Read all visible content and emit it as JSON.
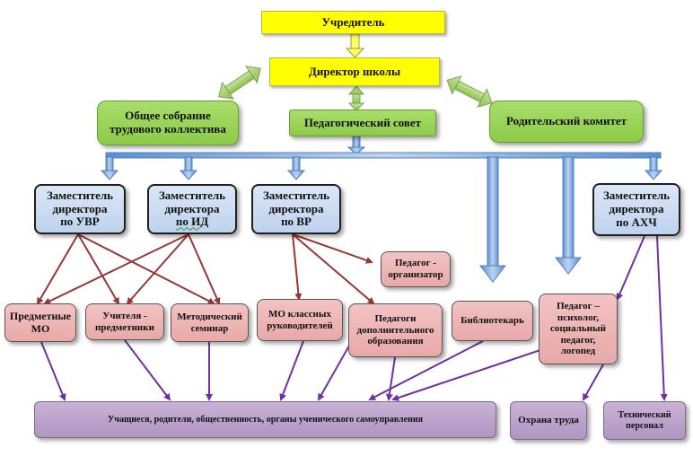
{
  "nodes": {
    "founder": "Учредитель",
    "director": "Директор школы",
    "general_meeting": "Общее собрание трудового коллектива",
    "ped_council": "Педагогический совет",
    "parent_committee": "Родительский комитет",
    "deputy_uvr_line1": "Заместитель",
    "deputy_uvr_line2": "директора",
    "deputy_uvr_line3": "по УВР",
    "deputy_id_line1": "Заместитель",
    "deputy_id_line2": "директора",
    "deputy_id_line3": "по ИД",
    "deputy_vr_line1": "Заместитель",
    "deputy_vr_line2": "директора",
    "deputy_vr_line3": "по ВР",
    "deputy_ahch_line1": "Заместитель",
    "deputy_ahch_line2": "директора",
    "deputy_ahch_line3": "по АХЧ",
    "pedagogue_organizer": "Педагог - организатор",
    "subject_mo": "Предметные МО",
    "subject_teachers": "Учителя - предметники",
    "method_seminar": "Методический семинар",
    "class_leaders_mo": "МО классных руководителей",
    "extra_education": "Педагоги дополнительного образования",
    "librarian": "Библиотекарь",
    "psychologist": "Педагог – психолог, социальный педагог, логопед",
    "participants": "Учащиеся, родители, общественность, органы ученического самоуправления",
    "labor_protection": "Охрана труда",
    "technical_staff": "Технический персонал"
  },
  "colors": {
    "yellow": "#ffff00",
    "green": "#8ccb48",
    "blue": "#bed2ee",
    "pink": "#e8a8a8",
    "purple": "#b195c2",
    "red_arrow": "#953735",
    "purple_arrow": "#7030a0",
    "blue_arrow": "#4f81bd"
  }
}
